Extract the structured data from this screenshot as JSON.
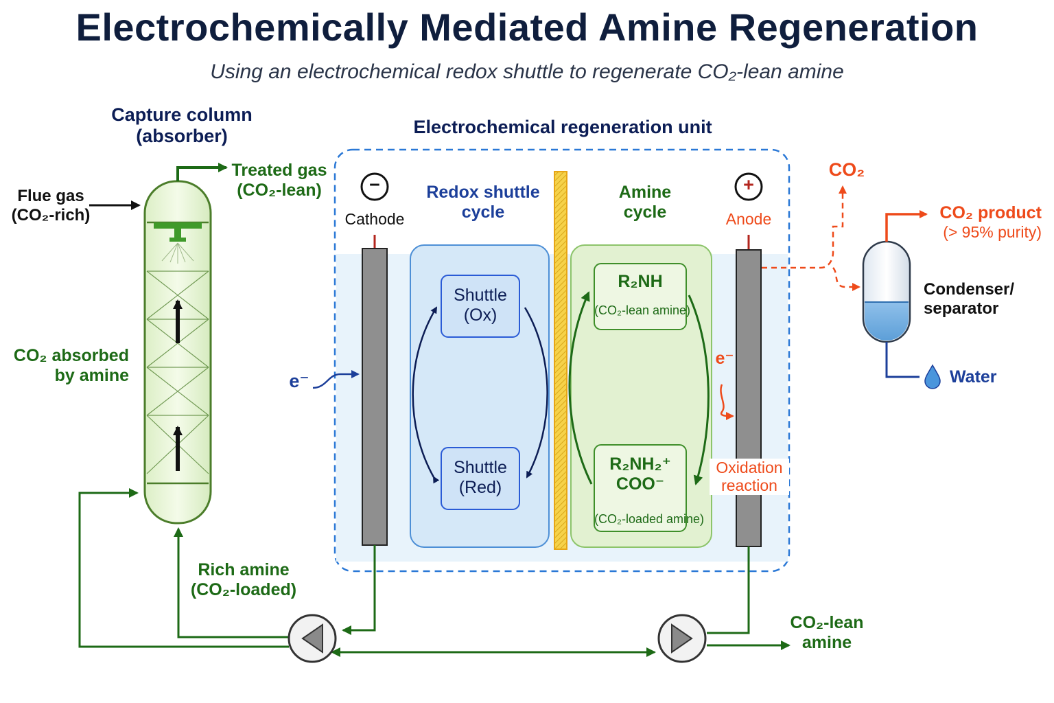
{
  "title": "Electrochemically Mediated Amine Regeneration",
  "subtitle": "Using an electrochemical redox shuttle to regenerate CO₂-lean amine",
  "capture": {
    "heading_line1": "Capture column",
    "heading_line2": "(absorber)",
    "flue_gas_line1": "Flue gas",
    "flue_gas_line2": "(CO₂-rich)",
    "treated_gas_line1": "Treated gas",
    "treated_gas_line2": "(CO₂-lean)",
    "absorbed_line1": "CO₂ absorbed",
    "absorbed_line2": "by amine",
    "rich_amine_line1": "Rich amine",
    "rich_amine_line2": "(CO₂-loaded)"
  },
  "unit": {
    "heading": "Electrochemical regeneration unit",
    "cathode_symbol": "−",
    "cathode_label": "Cathode",
    "anode_symbol": "+",
    "anode_label": "Anode",
    "electron_in": "e⁻",
    "electron_out": "e⁻",
    "redox_heading_line1": "Redox shuttle",
    "redox_heading_line2": "cycle",
    "shuttle_ox_line1": "Shuttle",
    "shuttle_ox_line2": "(Ox)",
    "shuttle_red_line1": "Shuttle",
    "shuttle_red_line2": "(Red)",
    "amine_heading_line1": "Amine",
    "amine_heading_line2": "cycle",
    "lean_formula": "R₂NH",
    "lean_note": "(CO₂-lean amine)",
    "loaded_formula_line1": "R₂NH₂⁺",
    "loaded_formula_line2": "COO⁻",
    "loaded_note": "(CO₂-loaded amine)",
    "oxidation_line1": "Oxidation",
    "oxidation_line2": "reaction"
  },
  "product": {
    "co2_vent": "CO₂",
    "product_line1": "CO₂ product",
    "product_line2": "(> 95% purity)",
    "condenser_line1": "Condenser/",
    "condenser_line2": "separator",
    "water": "Water"
  },
  "outlet": {
    "lean_amine_line1": "CO₂-lean",
    "lean_amine_line2": "amine"
  },
  "colors": {
    "navy": "#0c1d55",
    "amine_green": "#1d6a16",
    "co2_orange": "#ee4a1a",
    "unit_blue": "#2a78d6",
    "membrane_yellow": "#f4c430",
    "electrode_gray": "#8f8f8f"
  }
}
